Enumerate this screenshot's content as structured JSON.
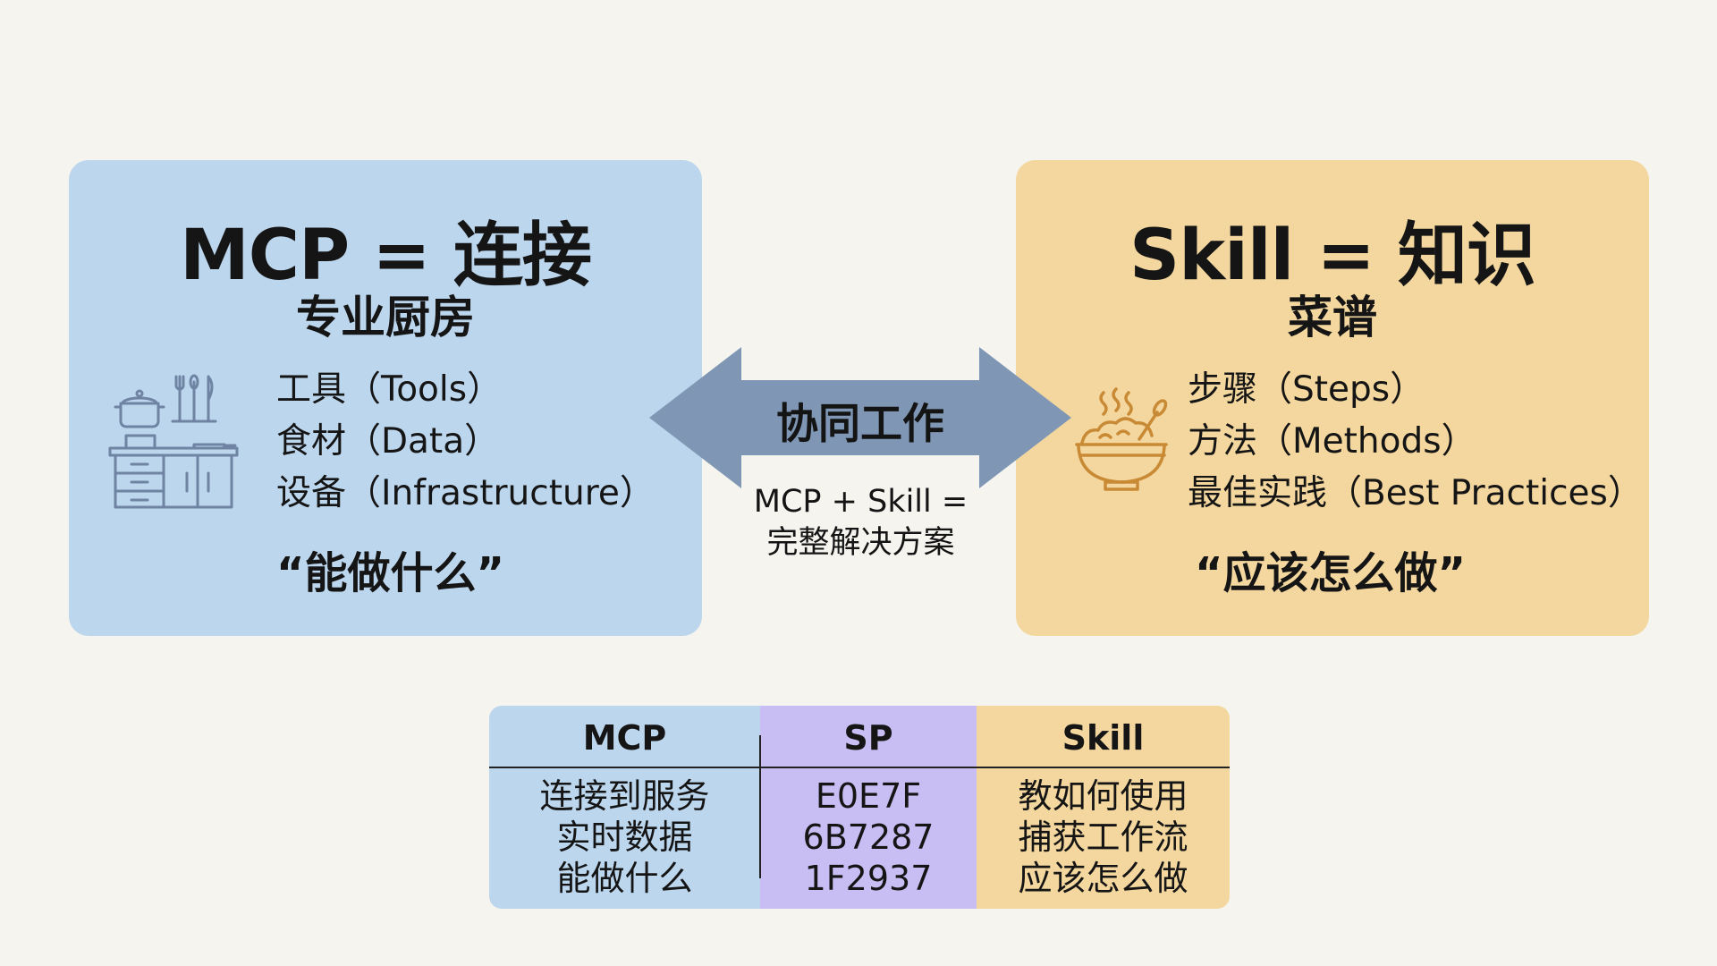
{
  "left_card": {
    "title": "MCP = 连接",
    "subtitle": "专业厨房",
    "items": [
      "工具（Tools）",
      "食材（Data）",
      "设备（Infrastructure）"
    ],
    "quote": "“能做什么”",
    "icon": "kitchen-icon",
    "color": "#bcd6ee"
  },
  "right_card": {
    "title": "Skill = 知识",
    "subtitle": "菜谱",
    "items": [
      "步骤（Steps）",
      "方法（Methods）",
      "最佳实践（Best Practices）"
    ],
    "quote": "“应该怎么做”",
    "icon": "bowl-icon",
    "color": "#f3d79e"
  },
  "center": {
    "arrow_label": "协同工作",
    "caption_line1": "MCP + Skill =",
    "caption_line2": "完整解决方案",
    "arrow_color": "#7f97b5"
  },
  "table": {
    "columns": [
      {
        "header": "MCP",
        "cells": [
          "连接到服务",
          "实时数据",
          "能做什么"
        ],
        "color": "#bcd6ee"
      },
      {
        "header": "SP",
        "cells": [
          "E0E7F",
          "6B7287",
          "1F2937"
        ],
        "color": "#c8bef3"
      },
      {
        "header": "Skill",
        "cells": [
          "教如何使用",
          "捕获工作流",
          "应该怎么做"
        ],
        "color": "#f3d79e"
      }
    ]
  }
}
